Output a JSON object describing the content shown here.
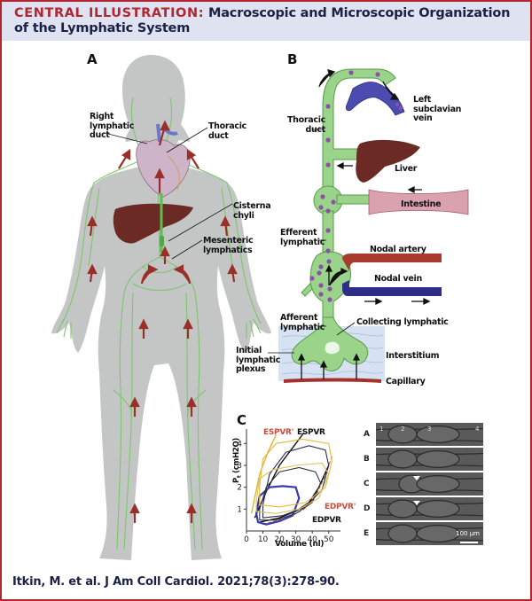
{
  "header": {
    "kicker": "CENTRAL ILLUSTRATION:",
    "title": "Macroscopic and Microscopic Organization of the Lymphatic System"
  },
  "colors": {
    "frame": "#b3262f",
    "header_bg": "#dfe3f1",
    "title_text": "#1c2145",
    "body_silhouette": "#c4c6c6",
    "lymph_green": "#8ed07f",
    "flow_arrow": "#9a2f2a",
    "vein_blue": "#3f3f9a",
    "liver_brown": "#6b2a24",
    "intestine_pink": "#c98a97"
  },
  "panel_a": {
    "letter": "A",
    "labels": {
      "right_lymphatic_duct": [
        "Right",
        "lymphatic",
        "duct"
      ],
      "thoracic_duct": [
        "Thoracic",
        "duct"
      ],
      "cisterna_chyli": [
        "Cisterna",
        "chyli"
      ],
      "mesenteric_lymphatics": [
        "Mesenteric",
        "lymphatics"
      ]
    }
  },
  "panel_b": {
    "letter": "B",
    "labels": {
      "left_subclavian_vein": [
        "Left",
        "subclavian",
        "vein"
      ],
      "thoracic_duct": [
        "Thoracic",
        "duct"
      ],
      "liver": "Liver",
      "intestine": "Intestine",
      "efferent_lymphatic": [
        "Efferent",
        "lymphatic"
      ],
      "nodal_artery": "Nodal artery",
      "nodal_vein": "Nodal vein",
      "afferent_lymphatic": [
        "Afferent",
        "lymphatic"
      ],
      "collecting_lymphatic": "Collecting lymphatic",
      "initial_lymphatic_plexus": [
        "Initial",
        "lymphatic",
        "plexus"
      ],
      "interstitium": "Interstitium",
      "capillary": "Capillary"
    }
  },
  "panel_c": {
    "letter": "C",
    "micro_rows": [
      "A",
      "B",
      "C",
      "D",
      "E"
    ],
    "micro_segment_numbers": [
      "1",
      "2",
      "3",
      "4"
    ],
    "scale_bar": "100 µm"
  },
  "chart_data": {
    "type": "line",
    "title": "",
    "xlabel": "Volume (nl)",
    "ylabel": "Pt (cmH2O)",
    "ylabel_main": "P",
    "ylabel_sub": "t",
    "ylabel_unit": "(cmH2O)",
    "xlim": [
      0,
      55
    ],
    "ylim": [
      0,
      4.5
    ],
    "xticks": [
      0,
      10,
      20,
      30,
      40,
      50
    ],
    "yticks": [
      1,
      2,
      3,
      4
    ],
    "annotations": [
      {
        "text": "ESPVR'",
        "color": "#c9503e"
      },
      {
        "text": "ESPVR",
        "color": "#111111"
      },
      {
        "text": "EDPVR'",
        "color": "#c9503e"
      },
      {
        "text": "EDPVR",
        "color": "#111111"
      }
    ],
    "series": [
      {
        "name": "ESPVR'",
        "color": "#e0b530",
        "x": [
          3,
          8,
          13,
          18
        ],
        "y": [
          0.8,
          2.6,
          3.6,
          4.4
        ]
      },
      {
        "name": "ESPVR",
        "color": "#111111",
        "x": [
          5,
          12,
          20,
          28,
          35
        ],
        "y": [
          0.6,
          1.8,
          3.0,
          3.8,
          4.5
        ]
      },
      {
        "name": "EDPVR'",
        "color": "#e07a2a",
        "x": [
          10,
          25,
          35,
          42,
          47,
          52
        ],
        "y": [
          0.3,
          0.6,
          1.0,
          1.6,
          2.4,
          3.4
        ]
      },
      {
        "name": "EDPVR",
        "color": "#111111",
        "x": [
          8,
          20,
          30,
          38,
          44,
          50
        ],
        "y": [
          0.4,
          0.6,
          0.9,
          1.3,
          2.0,
          3.0
        ]
      },
      {
        "name": "loop-blue",
        "color": "#3a3aa8",
        "loop": true,
        "x": [
          7,
          12,
          20,
          28,
          32,
          30,
          22,
          14,
          8,
          6
        ],
        "y": [
          0.4,
          0.3,
          0.45,
          0.7,
          1.5,
          2.0,
          2.05,
          2.0,
          1.6,
          0.8
        ]
      },
      {
        "name": "loop-dark-1",
        "color": "#333344",
        "loop": true,
        "x": [
          8,
          18,
          30,
          40,
          45,
          42,
          32,
          20,
          12,
          8
        ],
        "y": [
          0.5,
          0.5,
          0.8,
          1.3,
          2.2,
          2.7,
          2.9,
          2.7,
          2.0,
          1.0
        ]
      },
      {
        "name": "loop-dark-2",
        "color": "#2a2a55",
        "loop": true,
        "x": [
          10,
          22,
          36,
          46,
          50,
          48,
          38,
          24,
          14,
          10
        ],
        "y": [
          0.6,
          0.7,
          1.1,
          1.9,
          3.0,
          3.7,
          3.9,
          3.6,
          2.6,
          1.2
        ]
      },
      {
        "name": "loop-yellow-1",
        "color": "#d9c35a",
        "loop": true,
        "x": [
          6,
          18,
          32,
          44,
          50,
          46,
          30,
          16,
          8,
          6
        ],
        "y": [
          0.9,
          0.8,
          1.0,
          1.5,
          2.6,
          3.1,
          3.0,
          2.8,
          2.4,
          1.4
        ]
      },
      {
        "name": "loop-yellow-2",
        "color": "#e6b93a",
        "loop": true,
        "x": [
          8,
          20,
          36,
          48,
          52,
          50,
          34,
          18,
          10,
          8
        ],
        "y": [
          1.2,
          1.1,
          1.3,
          2.0,
          3.2,
          4.0,
          4.2,
          4.0,
          3.3,
          2.0
        ]
      }
    ]
  },
  "citation": "Itkin, M. et al. J Am Coll Cardiol. 2021;78(3):278-90."
}
